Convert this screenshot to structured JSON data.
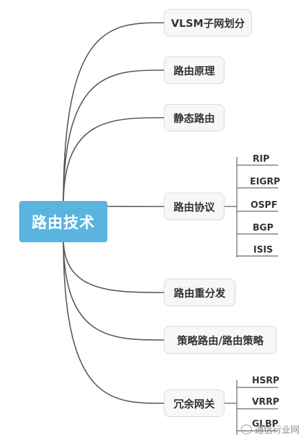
{
  "root": {
    "label": "路由技术",
    "color": "#5ab4e0"
  },
  "branches": [
    {
      "label": "VLSM子网划分",
      "children": []
    },
    {
      "label": "路由原理",
      "children": []
    },
    {
      "label": "静态路由",
      "children": []
    },
    {
      "label": "路由协议",
      "children": [
        "RIP",
        "EIGRP",
        "OSPF",
        "BGP",
        "ISIS"
      ]
    },
    {
      "label": "路由重分发",
      "children": []
    },
    {
      "label": "策略路由/路由策略",
      "children": []
    },
    {
      "label": "冗余网关",
      "children": [
        "HSRP",
        "VRRP",
        "GLBP"
      ]
    }
  ],
  "colors": {
    "line": "#555555",
    "leaf_line": "#666666",
    "node_border": "#d9d9d9"
  },
  "watermark": {
    "text": "通信行业网",
    "icon": "wechat-icon"
  }
}
